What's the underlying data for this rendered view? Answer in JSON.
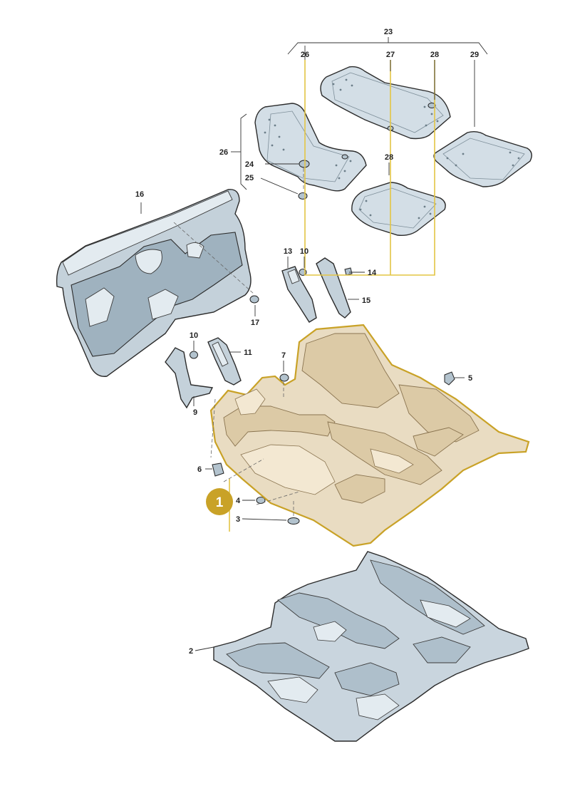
{
  "labels": {
    "l23": "23",
    "l26a": "26",
    "l27a": "27",
    "l28a": "28",
    "l29": "29",
    "l26b": "26",
    "l24": "24",
    "l25": "25",
    "l28b": "28",
    "l16": "16",
    "l13": "13",
    "l10a": "10",
    "l14": "14",
    "l15": "15",
    "l17": "17",
    "l10b": "10",
    "l11": "11",
    "l9": "9",
    "l7": "7",
    "l5": "5",
    "l6": "6",
    "l4": "4",
    "l3": "3",
    "l2": "2"
  },
  "highlight": {
    "number": "1",
    "color": "#c9a227"
  }
}
